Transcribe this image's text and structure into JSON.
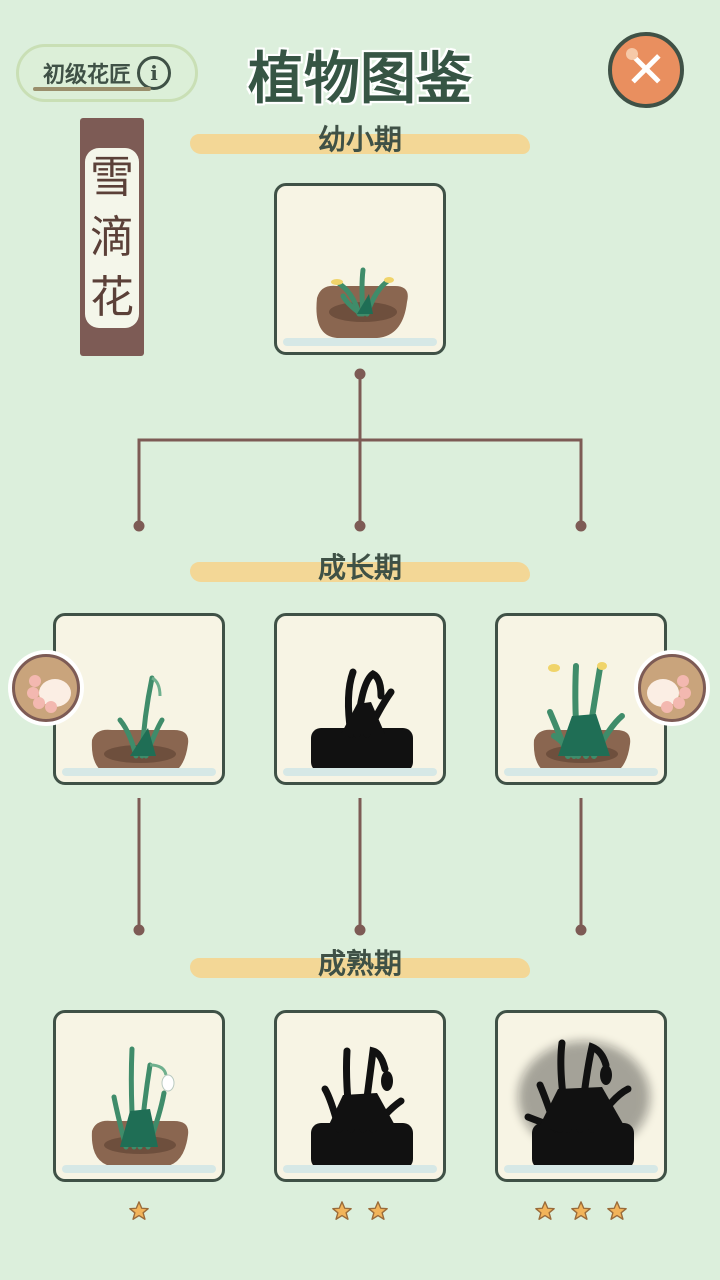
{
  "header": {
    "rank_label": "初级花匠",
    "info_icon": "i",
    "title": "植物图鉴",
    "close_icon": "✕"
  },
  "plant": {
    "name_chars": [
      "雪",
      "滴",
      "花"
    ]
  },
  "stages": {
    "seedling": "幼小期",
    "growing": "成长期",
    "mature": "成熟期"
  },
  "mature_stars": [
    1,
    2,
    3
  ],
  "colors": {
    "background": "#dcefdc",
    "card_border": "#3f5146",
    "close_button": "#e98f5f",
    "brush_stroke": "#f7d28a",
    "star": "#f2b45a",
    "connector": "#7d5b55"
  }
}
